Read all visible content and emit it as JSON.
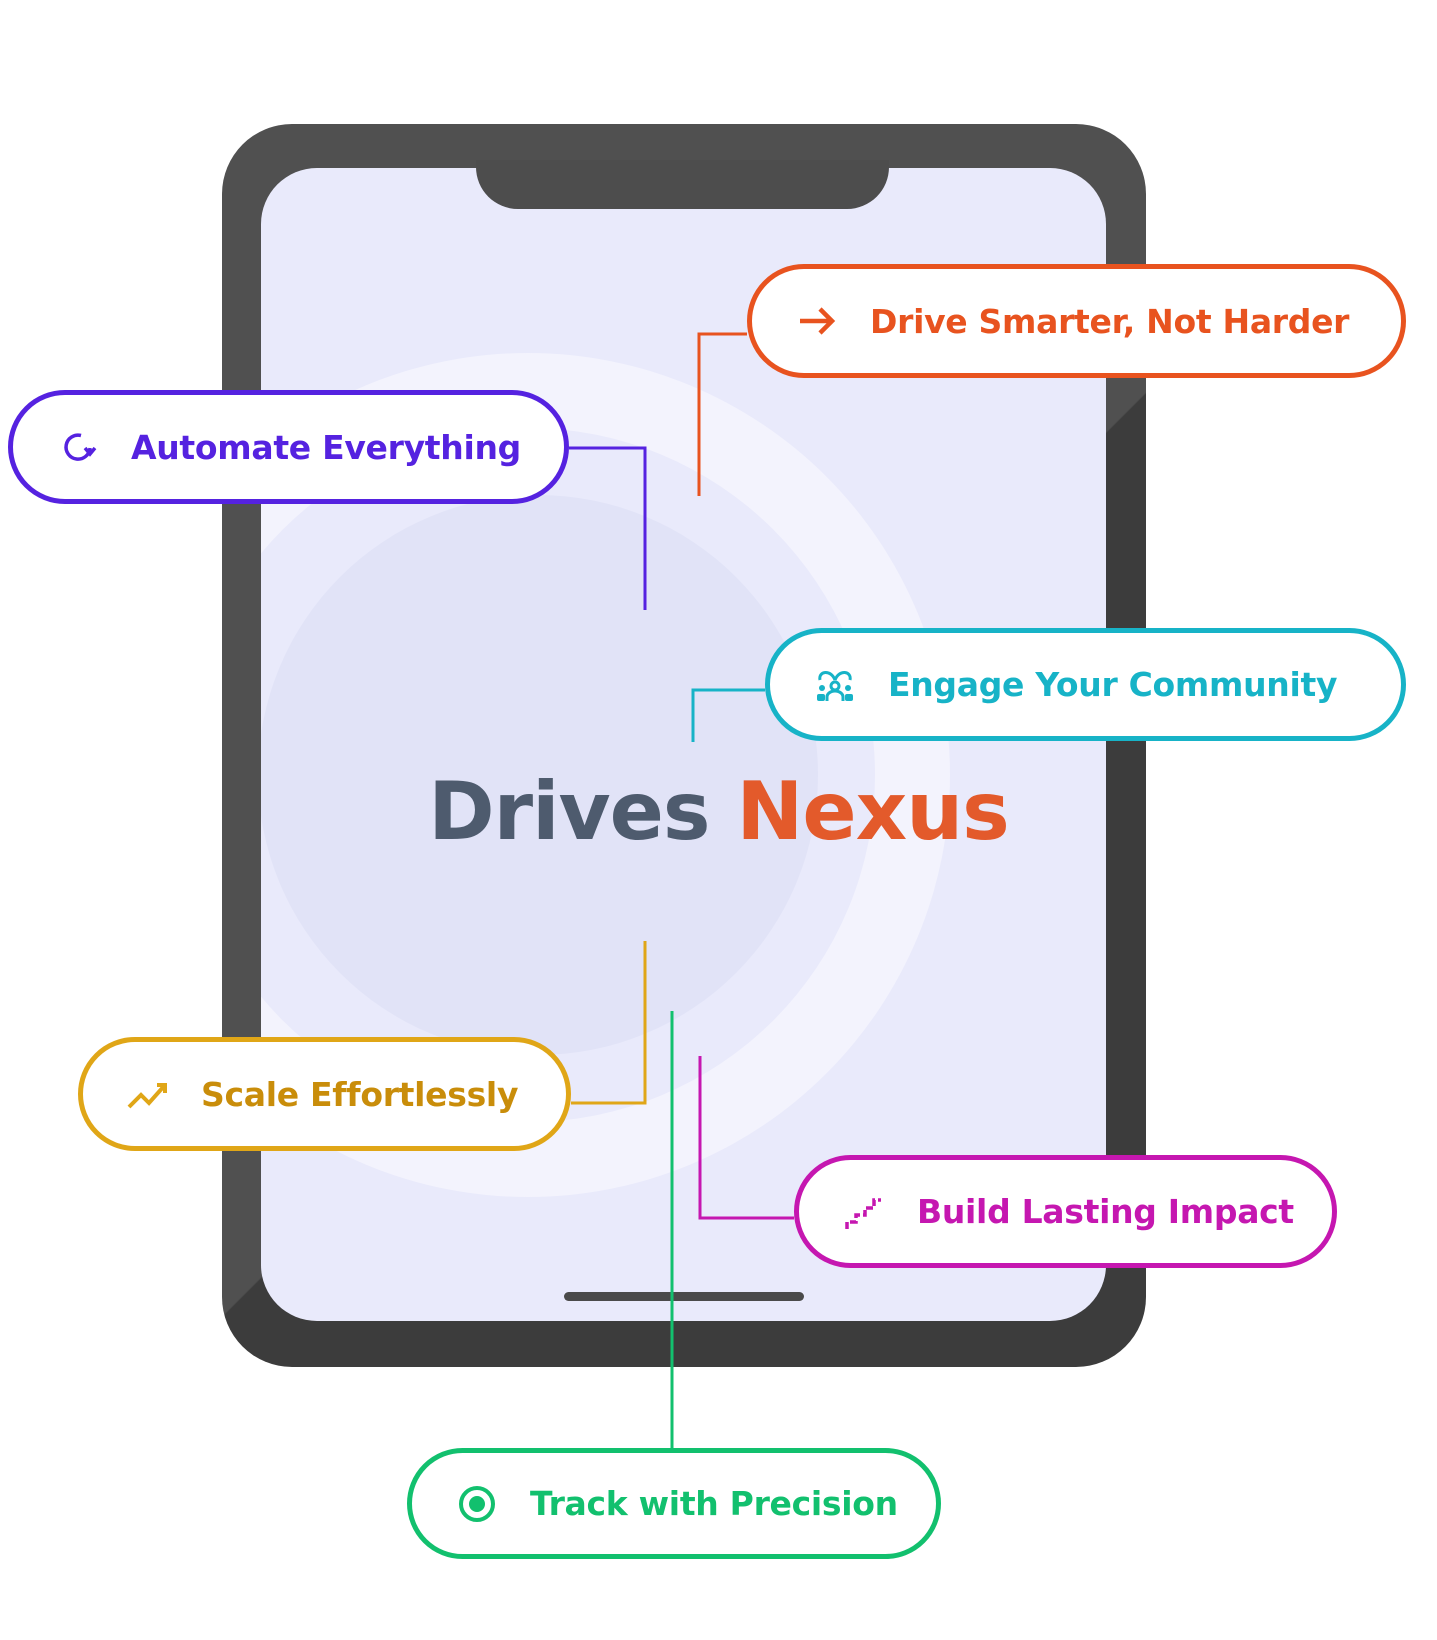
{
  "title": {
    "part1": "Drives",
    "part2": "Nexus"
  },
  "features": [
    {
      "label": "Drive Smarter, Not Harder",
      "icon": "arrow-right-icon",
      "color": "#E8531F"
    },
    {
      "label": "Automate Everything",
      "icon": "refresh-icon",
      "color": "#5522E0"
    },
    {
      "label": "Engage Your Community",
      "icon": "community-icon",
      "color": "#17B3C7"
    },
    {
      "label": "Scale Effortlessly",
      "icon": "trend-up-icon",
      "color": "#E0A617"
    },
    {
      "label": "Build Lasting Impact",
      "icon": "stairs-icon",
      "color": "#C517B0"
    },
    {
      "label": "Track with Precision",
      "icon": "target-icon",
      "color": "#12C06E"
    }
  ]
}
